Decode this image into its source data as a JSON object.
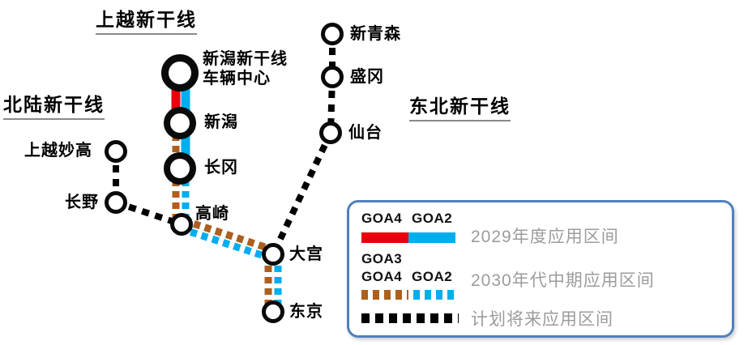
{
  "line_headings": {
    "joetsu": "上越新干线",
    "hokuriku": "北陆新干线",
    "tohoku": "东北新干线"
  },
  "stations": {
    "depot": {
      "label": "新潟新干线\n车辆中心"
    },
    "niigata": {
      "label": "新潟"
    },
    "nagaoka": {
      "label": "长冈"
    },
    "takasaki": {
      "label": "高崎"
    },
    "joetsu_myoko": {
      "label": "上越妙高"
    },
    "nagano": {
      "label": "长野"
    },
    "omiya": {
      "label": "大宫"
    },
    "tokyo": {
      "label": "东京"
    },
    "shin_aomori": {
      "label": "新青森"
    },
    "morioka": {
      "label": "盛冈"
    },
    "sendai": {
      "label": "仙台"
    }
  },
  "segments": [
    {
      "style": "red-solid",
      "grade": "GOA4",
      "from": "新潟新干线车辆中心",
      "to": "新潟"
    },
    {
      "style": "blue-solid",
      "grade": "GOA2",
      "from": "新潟新干线车辆中心",
      "to": "长冈"
    },
    {
      "style": "brown-dashed",
      "grade": "GOA3/GOA4",
      "from": "新潟",
      "to": "东京"
    },
    {
      "style": "blue-dashed",
      "grade": "GOA2",
      "from": "长冈",
      "to": "东京"
    },
    {
      "style": "black-dashed",
      "grade": "计划将来",
      "from": "上越妙高",
      "to": "高崎"
    },
    {
      "style": "black-dashed",
      "grade": "计划将来",
      "from": "新青森",
      "to": "大宫"
    }
  ],
  "legend": {
    "rows": [
      {
        "labels": [
          "GOA4",
          "GOA2"
        ],
        "description": "2029年度应用区间"
      },
      {
        "labels": [
          "GOA3",
          "GOA4",
          "GOA2"
        ],
        "description": "2030年代中期应用区间"
      },
      {
        "labels": [],
        "description": "计划将来应用区间"
      }
    ]
  },
  "colors": {
    "goa4-red": "#e8000d",
    "goa2-blue": "#00aeef",
    "goa34-brown": "#ad5f1e",
    "future-black": "#000000",
    "legend-border": "#4f81bd",
    "legend-text": "#9c9c9c"
  }
}
